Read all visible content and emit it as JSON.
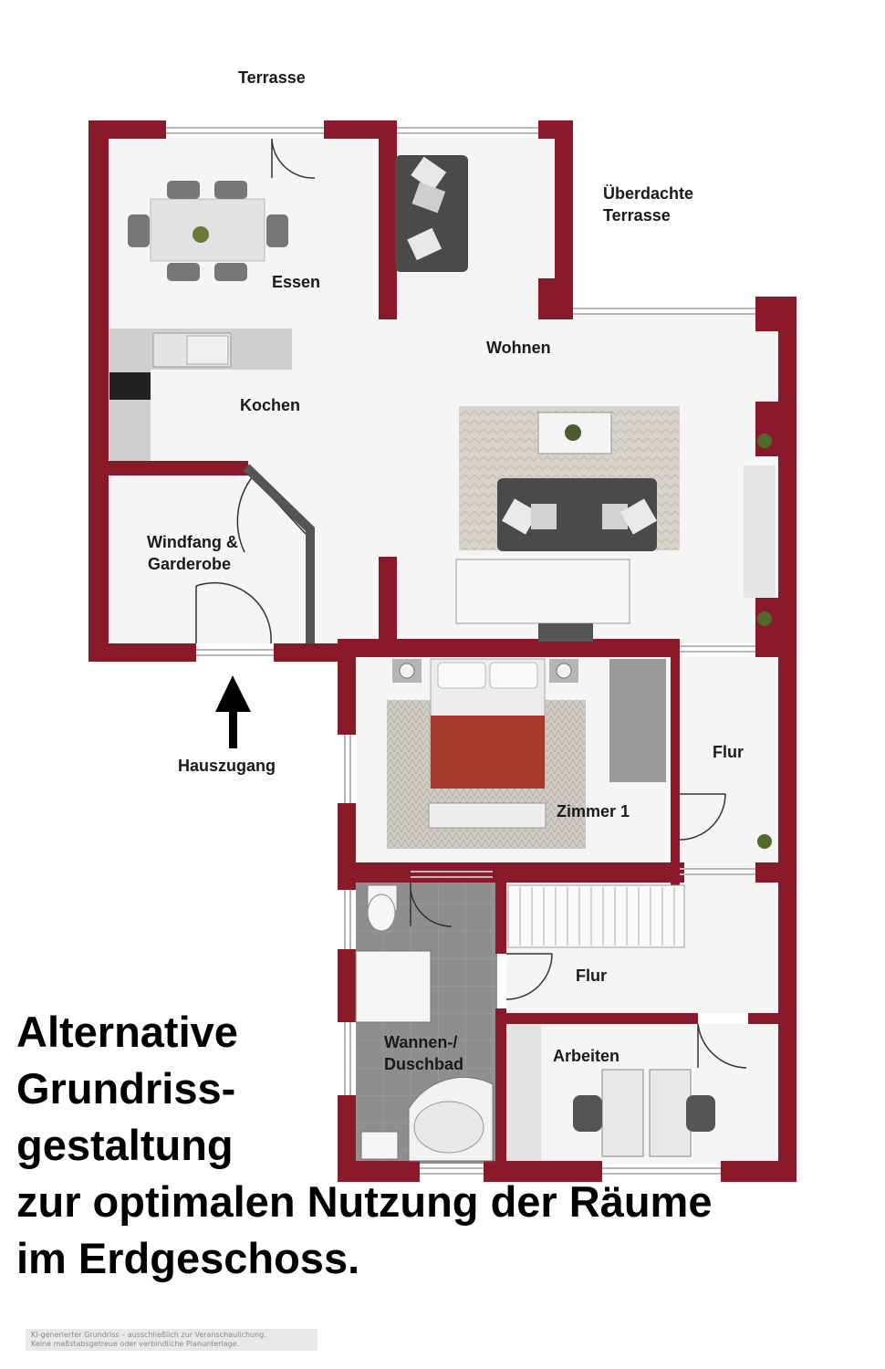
{
  "labels": {
    "terrasse": "Terrasse",
    "ueberdachte_1": "Überdachte",
    "ueberdachte_2": "Terrasse",
    "essen": "Essen",
    "wohnen": "Wohnen",
    "kochen": "Kochen",
    "windfang_1": "Windfang &",
    "windfang_2": "Garderobe",
    "hauszugang": "Hauszugang",
    "flur_top": "Flur",
    "zimmer1": "Zimmer 1",
    "flur_bottom": "Flur",
    "bad_1": "Wannen-/",
    "bad_2": "Duschbad",
    "arbeiten": "Arbeiten"
  },
  "headline": {
    "line1": "Alternative",
    "line2": "Grundriss-",
    "line3": "gestaltung",
    "line4": "zur optimalen Nutzung der Räume",
    "line5": "im Erdgeschoss."
  },
  "disclaimer": {
    "line1": "KI-generierter Grundriss – ausschließlich zur Veranschaulichung.",
    "line2": "Keine maßstabsgetreue oder verbindliche Planunterlage."
  },
  "colors": {
    "wall": "#8a1a2b",
    "floor": "#f6f6f6",
    "bath_tile": "#8c8c8c",
    "bed_cover": "#a33a2c",
    "sofa": "#4a4a4a",
    "rug": "#c9c5bd"
  },
  "icons": [
    "arrow-up-icon"
  ]
}
